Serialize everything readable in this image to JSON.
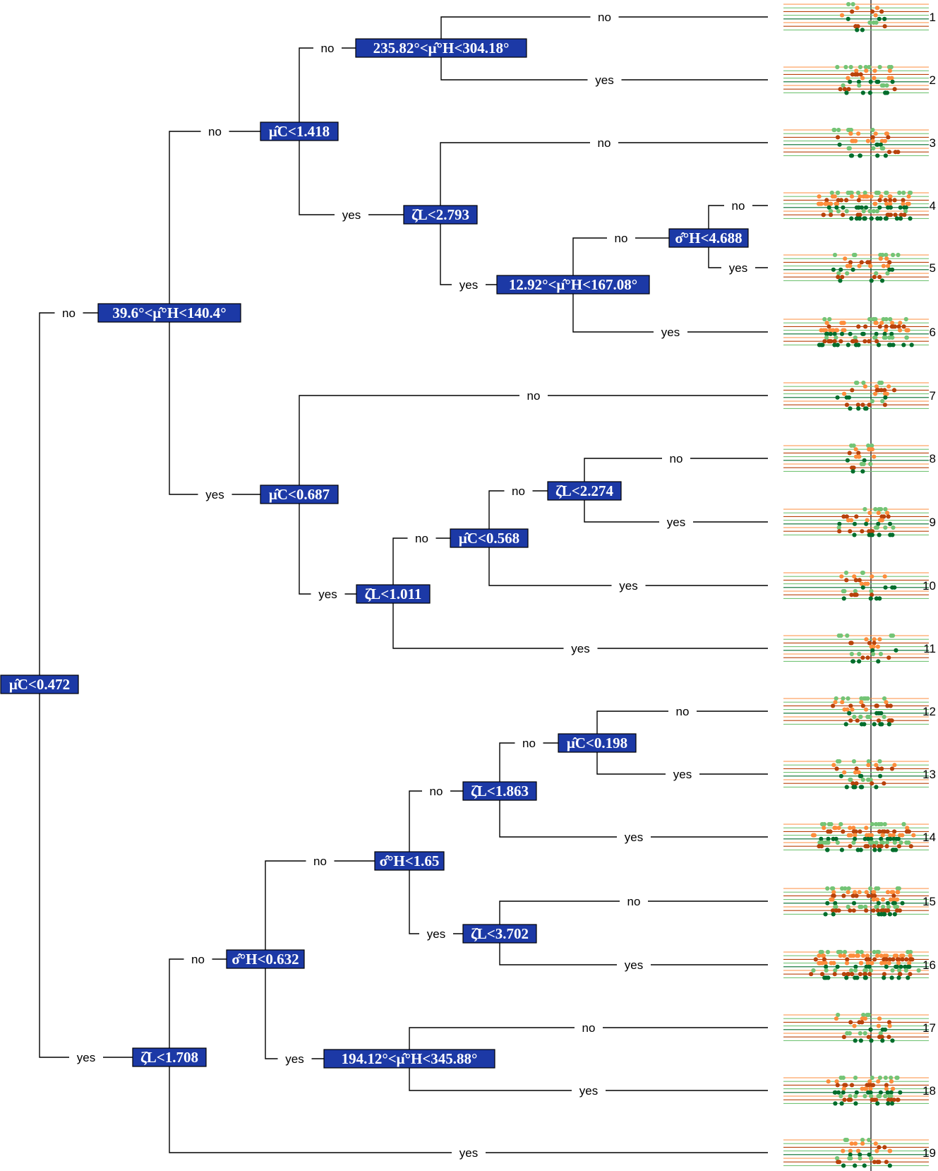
{
  "colors": {
    "node_fill": "#1c39a6",
    "light_green": "#74c476",
    "dark_green": "#006d2c",
    "light_orange": "#fd8d3c",
    "dark_orange": "#b8420a"
  },
  "nodes": [
    {
      "id": "n1",
      "label": "μ̂C<0.472"
    },
    {
      "id": "n2",
      "label": "39.6°<μ̂°H<140.4°"
    },
    {
      "id": "n3",
      "label": "μ̂C<1.418"
    },
    {
      "id": "n4",
      "label": "235.82°<μ̂°H<304.18°"
    },
    {
      "id": "n5",
      "label": "ζ̂L<2.793"
    },
    {
      "id": "n6",
      "label": "12.92°<μ̂°H<167.08°"
    },
    {
      "id": "n7",
      "label": "σ̂°H<4.688"
    },
    {
      "id": "n8",
      "label": "μ̂C<0.687"
    },
    {
      "id": "n9",
      "label": "ζ̂L<1.011"
    },
    {
      "id": "n10",
      "label": "μ̂C<0.568"
    },
    {
      "id": "n11",
      "label": "ζ̂L<2.274"
    },
    {
      "id": "n12",
      "label": "ζ̂L<1.708"
    },
    {
      "id": "n13",
      "label": "σ̂°H<0.632"
    },
    {
      "id": "n14",
      "label": "σ̂°H<1.65"
    },
    {
      "id": "n15",
      "label": "ζ̂L<1.863"
    },
    {
      "id": "n16",
      "label": "μ̂C<0.198"
    },
    {
      "id": "n17",
      "label": "ζ̂L<3.702"
    },
    {
      "id": "n18",
      "label": "194.12°<μ̂°H<345.88°"
    }
  ],
  "branch_labels": {
    "no": "no",
    "yes": "yes"
  },
  "leaves": [
    "1",
    "2",
    "3",
    "4",
    "5",
    "6",
    "7",
    "8",
    "9",
    "10",
    "11",
    "12",
    "13",
    "14",
    "15",
    "16",
    "17",
    "18",
    "19"
  ]
}
